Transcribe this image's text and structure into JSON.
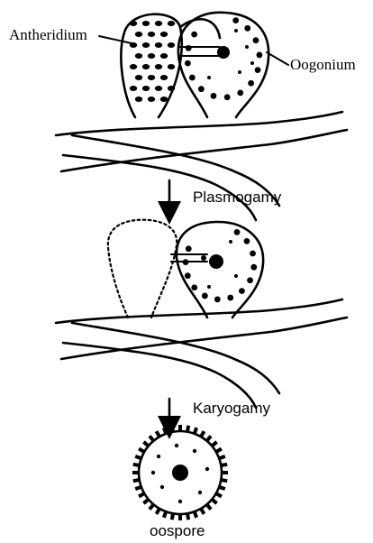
{
  "diagram": {
    "labels": {
      "antheridium": "Antheridium",
      "oogonium": "Oogonium",
      "step1": "Plasmogamy",
      "step2": "Karyogamy",
      "result": "oospore"
    }
  }
}
